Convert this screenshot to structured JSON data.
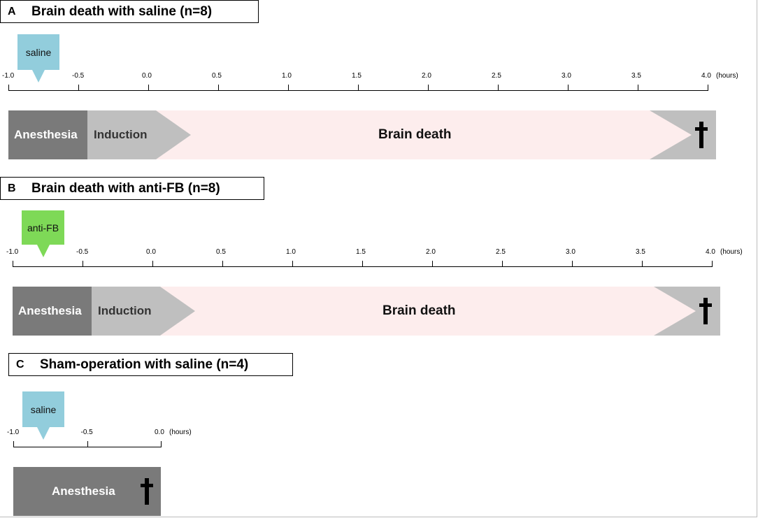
{
  "panels": [
    {
      "letter": "A",
      "title": "Brain death with saline (n=8)",
      "treatment": "saline",
      "treatment_color": "#92cddc",
      "axis_ticks": [
        "-1.0",
        "-0.5",
        "0.0",
        "0.5",
        "1.0",
        "1.5",
        "2.0",
        "2.5",
        "3.0",
        "3.5",
        "4.0"
      ],
      "axis_unit": "(hours)",
      "phases": [
        "Anesthesia",
        "Induction",
        "Brain death"
      ],
      "end_icon": "cross-icon"
    },
    {
      "letter": "B",
      "title": "Brain death with anti-FB (n=8)",
      "treatment": "anti-FB",
      "treatment_color": "#7ed957",
      "axis_ticks": [
        "-1.0",
        "-0.5",
        "0.0",
        "0.5",
        "1.0",
        "1.5",
        "2.0",
        "2.5",
        "3.0",
        "3.5",
        "4.0"
      ],
      "axis_unit": "(hours)",
      "phases": [
        "Anesthesia",
        "Induction",
        "Brain death"
      ],
      "end_icon": "cross-icon"
    },
    {
      "letter": "C",
      "title": "Sham-operation with saline (n=4)",
      "treatment": "saline",
      "treatment_color": "#92cddc",
      "axis_ticks": [
        "-1.0",
        "-0.5",
        "0.0"
      ],
      "axis_unit": "(hours)",
      "phases": [
        "Anesthesia"
      ],
      "end_icon": "cross-icon"
    }
  ],
  "colors": {
    "anesthesia": "#7a7a7a",
    "induction": "#bfbfbf",
    "brain_death": "#fdeded",
    "saline": "#92cddc",
    "anti_fb": "#7ed957"
  }
}
